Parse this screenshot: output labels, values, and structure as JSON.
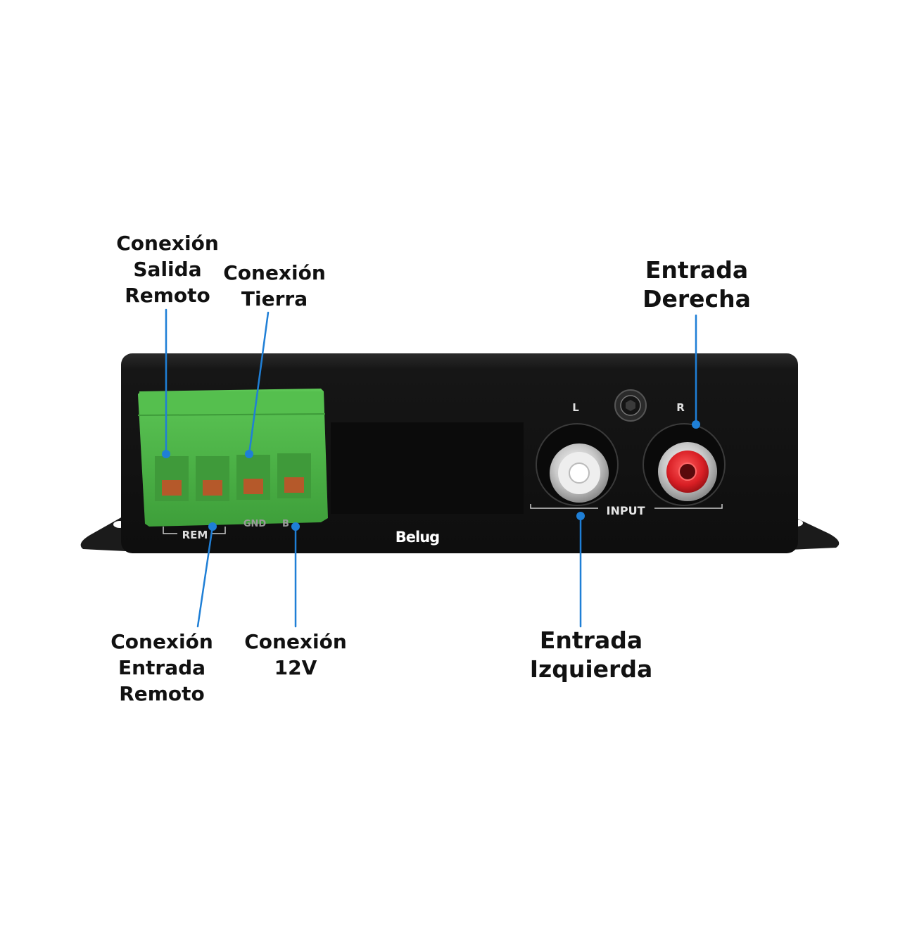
{
  "device": {
    "brand": "Belug",
    "jack_left_label": "L",
    "jack_right_label": "R",
    "input_label": "INPUT",
    "terminal_rem_label": "REM",
    "terminal_gnd_label": "GND",
    "terminal_b_label": "B"
  },
  "callouts": {
    "salida_remoto": [
      "Conexión",
      "Salida",
      "Remoto"
    ],
    "tierra": [
      "Conexión",
      "Tierra"
    ],
    "entrada_derecha": [
      "Entrada",
      "Derecha"
    ],
    "entrada_remoto": [
      "Conexión",
      "Entrada",
      "Remoto"
    ],
    "v12": [
      "Conexión",
      "12V"
    ],
    "entrada_izquierda": [
      "Entrada",
      "Izquierda"
    ]
  },
  "colors": {
    "callout_line": "#1f7fd6",
    "terminal_block": "#4fb94a",
    "chassis": "#141414",
    "right_jack": "#d81e24",
    "left_jack": "#e9e9e9"
  }
}
